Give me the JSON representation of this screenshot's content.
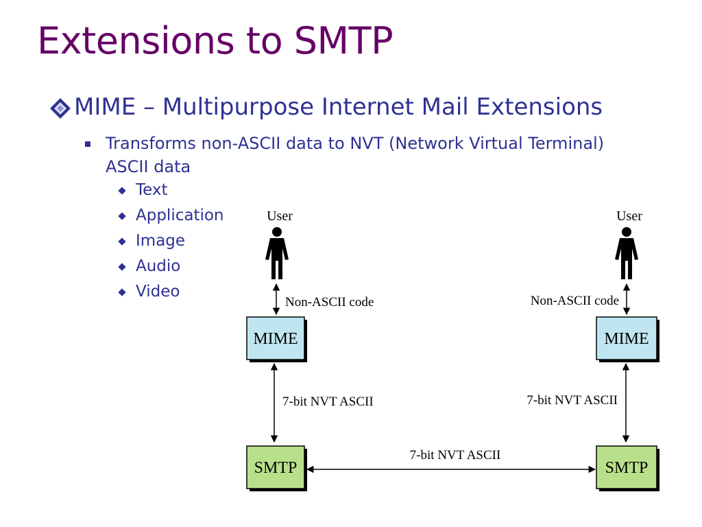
{
  "slide": {
    "title": "Extensions to SMTP",
    "bullet1": "MIME – Multipurpose Internet Mail Extensions",
    "bullet2_line1": "Transforms non-ASCII data to NVT (Network Virtual Terminal)",
    "bullet2_line2": "ASCII data",
    "subitems": [
      "Text",
      "Application",
      "Image",
      "Audio",
      "Video"
    ]
  },
  "diagram": {
    "left_user_label": "User",
    "right_user_label": "User",
    "left_nonascii_label": "Non-ASCII code",
    "right_nonascii_label": "Non-ASCII code",
    "left_mime_label": "MIME",
    "right_mime_label": "MIME",
    "left_nvt_label": "7-bit NVT ASCII",
    "right_nvt_label": "7-bit NVT ASCII",
    "middle_nvt_label": "7-bit NVT ASCII",
    "left_smtp_label": "SMTP",
    "right_smtp_label": "SMTP"
  },
  "colors": {
    "title": "#660066",
    "body_text": "#2e3192",
    "mime_box": "#bfe6f0",
    "smtp_box": "#b8e08a"
  }
}
